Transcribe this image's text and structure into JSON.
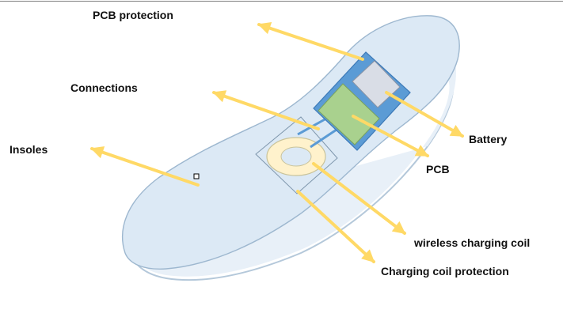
{
  "labels": {
    "pcb_protection": "PCB protection",
    "connections": "Connections",
    "insoles": "Insoles",
    "battery": "Battery",
    "pcb": "PCB",
    "wireless_charging_coil": "wireless charging coil",
    "charging_coil_protection": "Charging coil protection"
  },
  "colors": {
    "insole_fill": "#dce9f5",
    "insole_stroke": "#9db7cf",
    "sole_edge_stroke": "#b4c8da",
    "protection_fill": "#5b9bd5",
    "protection_stroke": "#3d7ab8",
    "battery_fill": "#d9dde6",
    "pcb_fill": "#a9d18e",
    "coil_fill": "#fff2cc",
    "coil_stroke": "#c9c39a",
    "connection_color": "#5b9bd5",
    "pointer_color": "#ffd966",
    "frame_line": "#7f7f7f",
    "marker_stroke": "#000000"
  }
}
